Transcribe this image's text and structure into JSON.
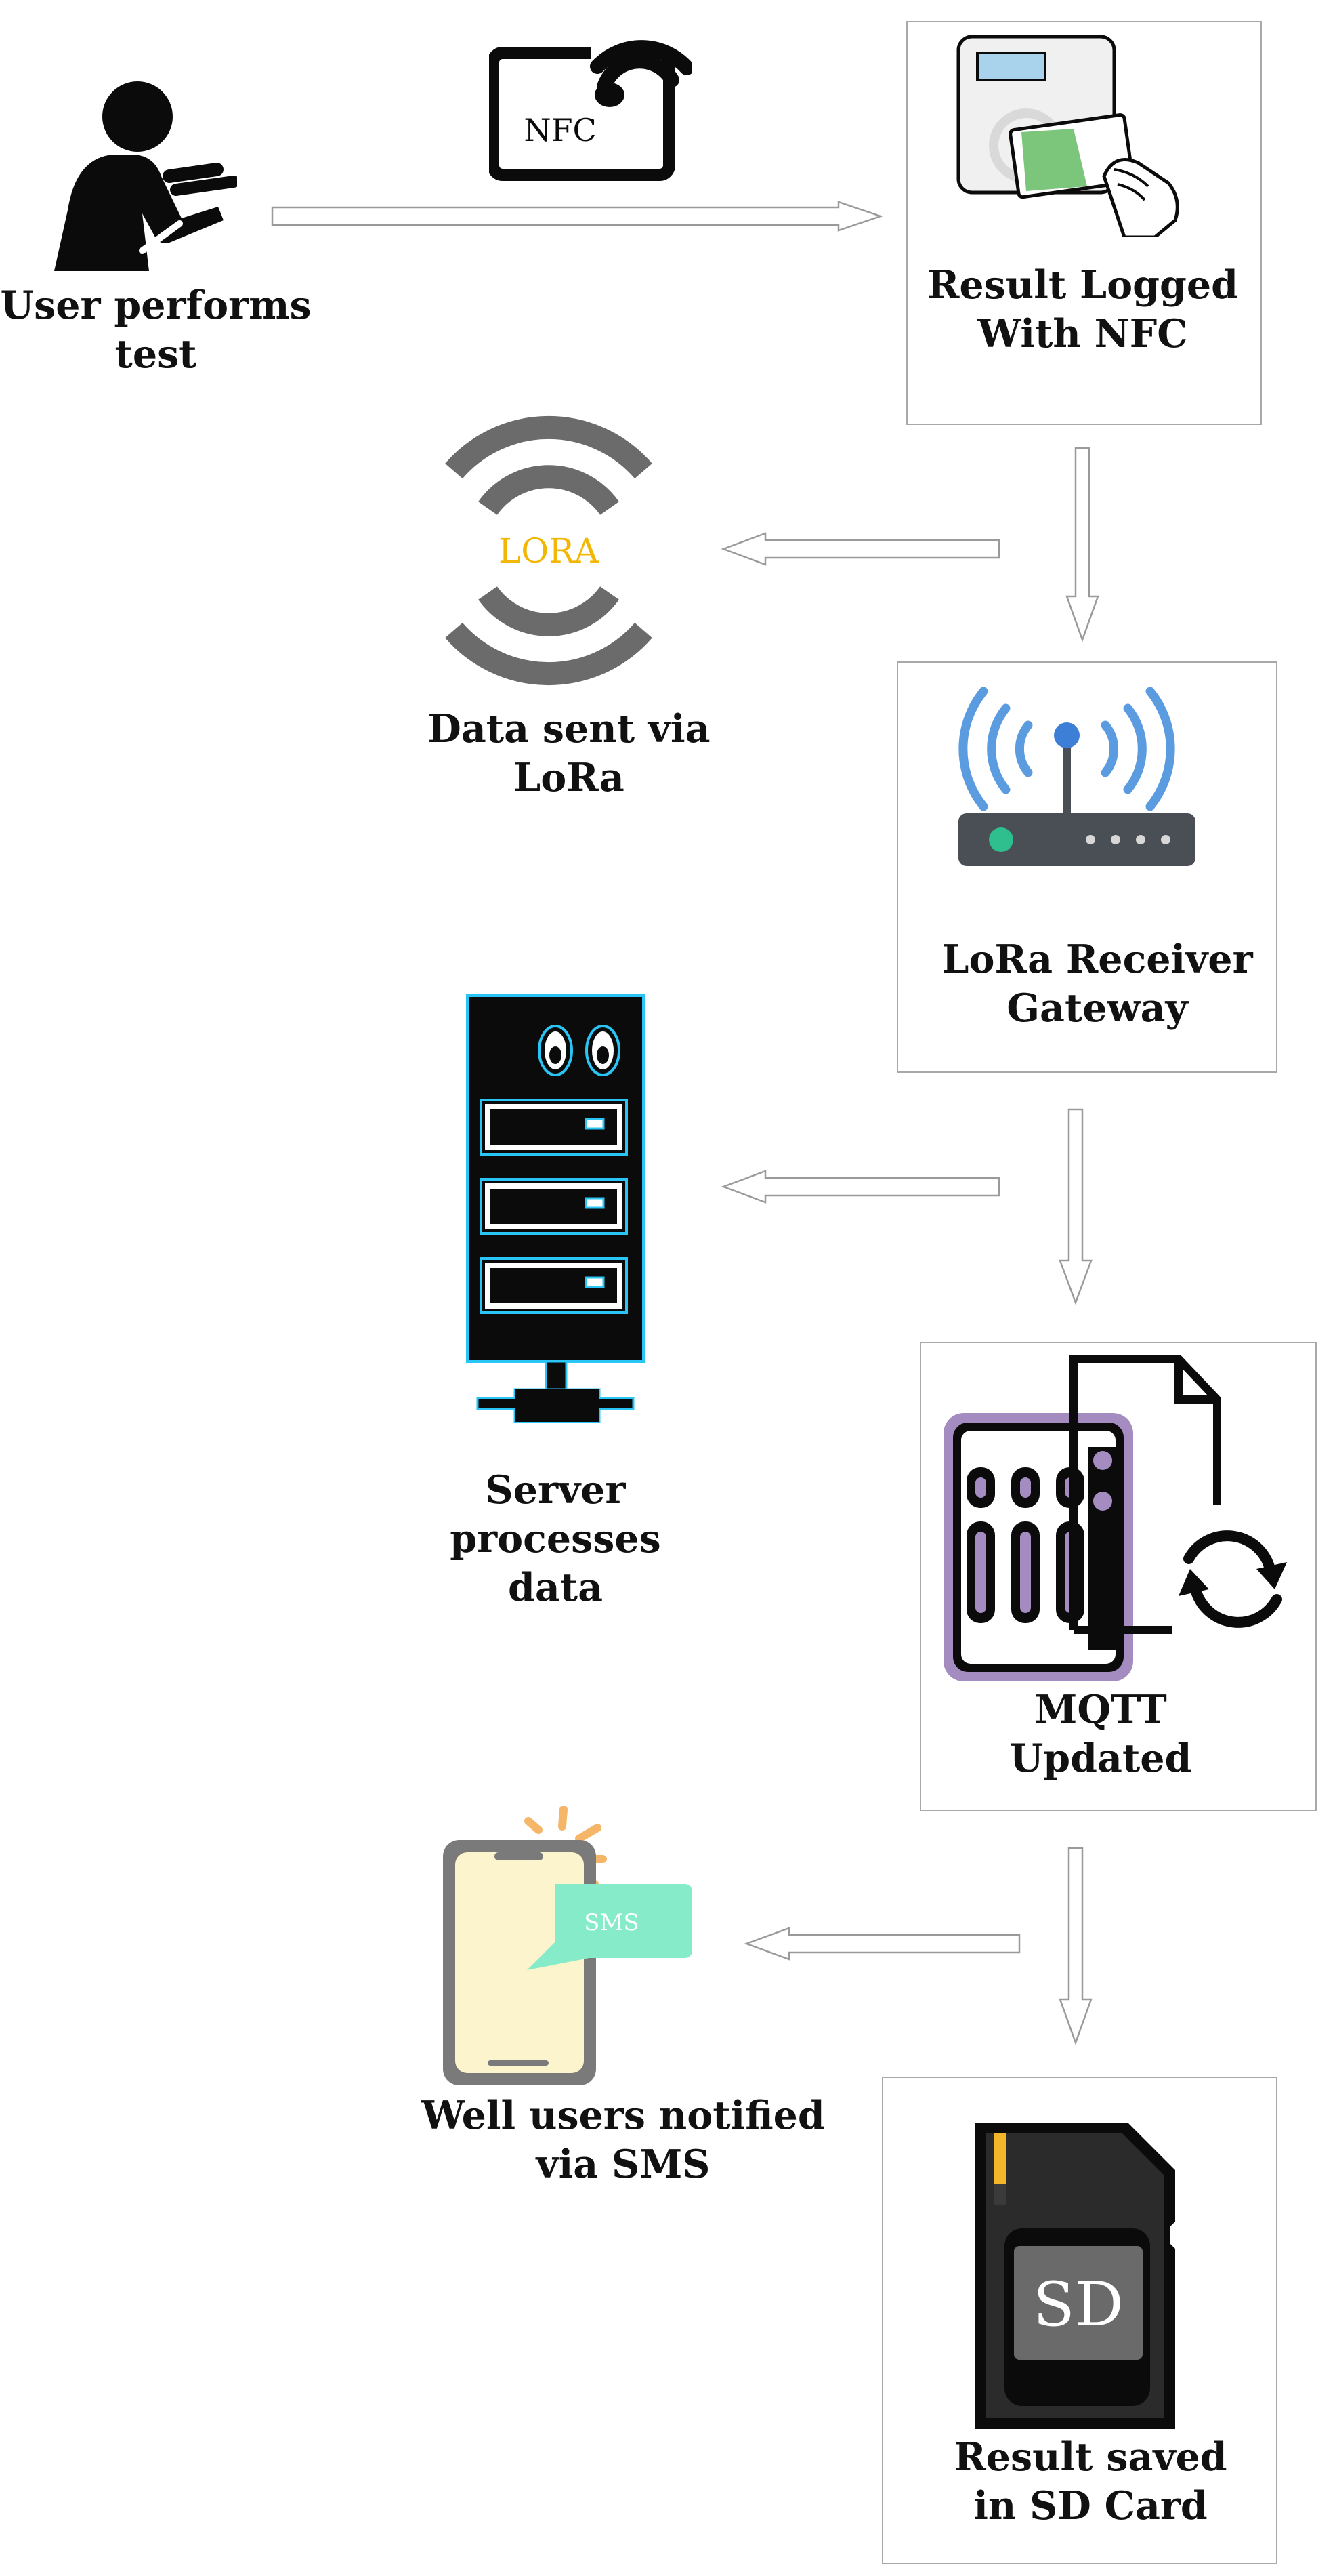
{
  "steps": {
    "user_test": {
      "line1": "User performs",
      "line2": "test"
    },
    "nfc_log": {
      "line1": "Result Logged",
      "line2": "With NFC"
    },
    "lora_send": {
      "line1": "Data sent via",
      "line2": "LoRa"
    },
    "gateway": {
      "line1": "LoRa Receiver",
      "line2": "Gateway"
    },
    "server": {
      "line1": "Server processes",
      "line2": "data"
    },
    "mqtt": {
      "line1": "MQTT",
      "line2": "Updated"
    },
    "sms": {
      "line1": "Well users notified",
      "line2": "via SMS"
    },
    "sd_card": {
      "line1": "Result saved",
      "line2": "in SD Card"
    }
  },
  "icons": {
    "nfc_text": "NFC",
    "lora_text": "LORA",
    "sms_text": "SMS",
    "sd_text": "SD"
  },
  "colors": {
    "box_border": "#a9a9a9",
    "arrow_stroke": "#9a9a9a",
    "lora_gold": "#f2b705",
    "wifi_blue": "#5b9be0",
    "server_cyan": "#29c5f6",
    "mqtt_purple": "#a48bc0",
    "phone_screen": "#fbf4cd",
    "sms_bubble": "#86ebc9",
    "sms_rays": "#f5b66a",
    "sd_gold": "#f3b62a"
  }
}
